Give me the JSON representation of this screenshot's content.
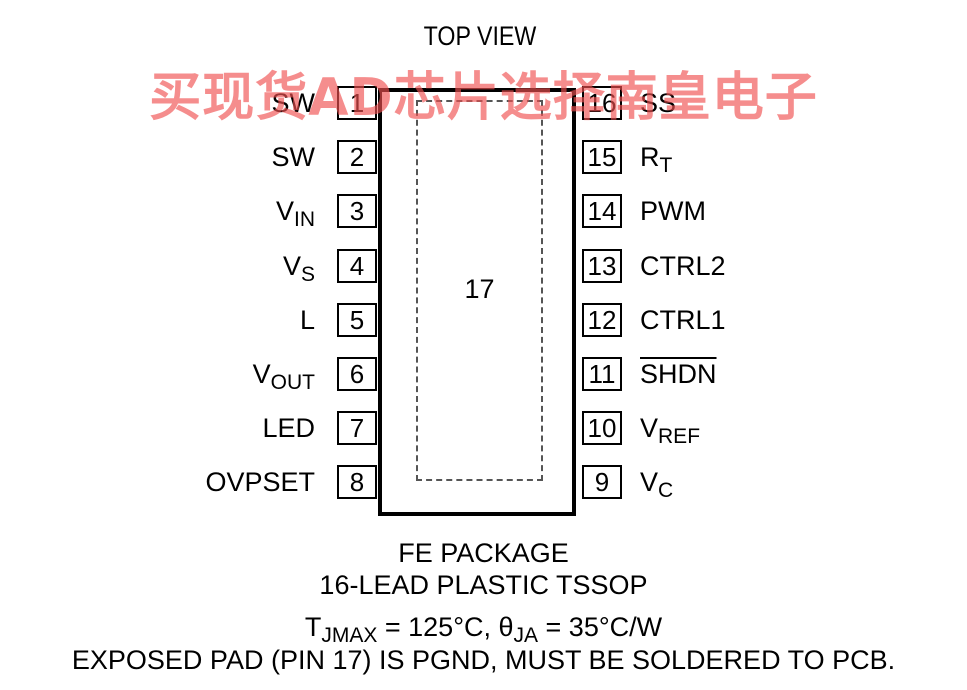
{
  "title": "TOP VIEW",
  "exposed_pad_number": "17",
  "left_pins": [
    {
      "num": "1",
      "name": "SW",
      "sub": ""
    },
    {
      "num": "2",
      "name": "SW",
      "sub": ""
    },
    {
      "num": "3",
      "name": "V",
      "sub": "IN"
    },
    {
      "num": "4",
      "name": "V",
      "sub": "S"
    },
    {
      "num": "5",
      "name": "L",
      "sub": ""
    },
    {
      "num": "6",
      "name": "V",
      "sub": "OUT"
    },
    {
      "num": "7",
      "name": "LED",
      "sub": ""
    },
    {
      "num": "8",
      "name": "OVPSET",
      "sub": ""
    }
  ],
  "right_pins": [
    {
      "num": "16",
      "name": "SS",
      "sub": ""
    },
    {
      "num": "15",
      "name": "R",
      "sub": "T"
    },
    {
      "num": "14",
      "name": "PWM",
      "sub": ""
    },
    {
      "num": "13",
      "name": "CTRL2",
      "sub": ""
    },
    {
      "num": "12",
      "name": "CTRL1",
      "sub": ""
    },
    {
      "num": "11",
      "name": "SHDN",
      "sub": "",
      "overline": true
    },
    {
      "num": "10",
      "name": "V",
      "sub": "REF"
    },
    {
      "num": "9",
      "name": "V",
      "sub": "C"
    }
  ],
  "caption": {
    "package_line1": "FE PACKAGE",
    "package_line2": "16-LEAD PLASTIC TSSOP",
    "thermal_t": "T",
    "thermal_t_sub": "JMAX",
    "thermal_mid": " = 125°C, θ",
    "thermal_theta_sub": "JA",
    "thermal_end": " = 35°C/W",
    "note": "EXPOSED PAD (PIN 17) IS PGND, MUST BE SOLDERED TO PCB."
  },
  "watermark": "买现货AD芯片选择南皇电子"
}
